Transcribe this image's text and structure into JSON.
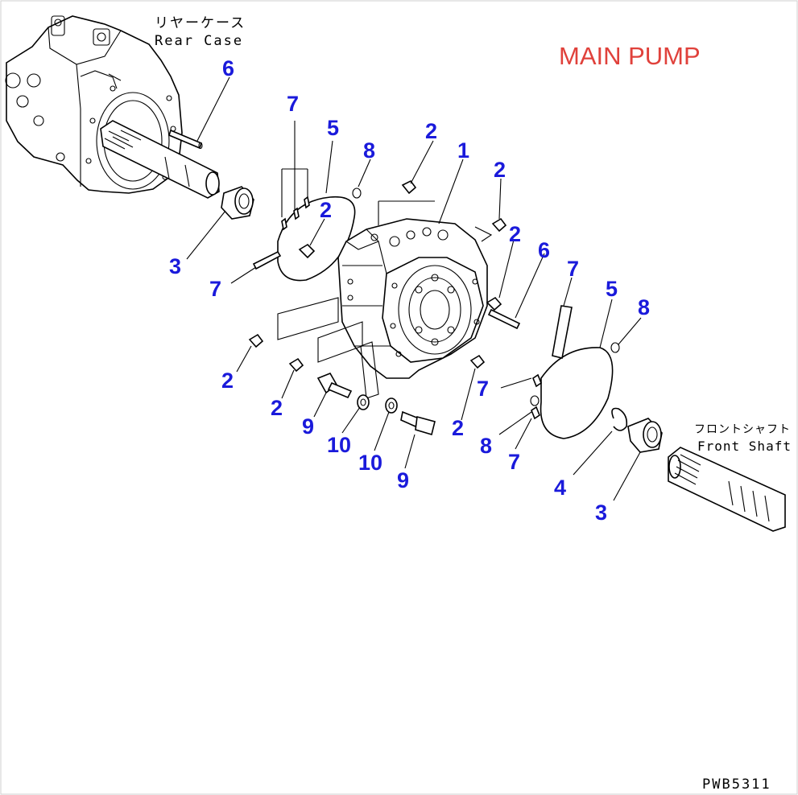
{
  "title": "MAIN PUMP",
  "drawing_code": "PWB5311",
  "component_labels": {
    "rear_case_jp": "リヤーケース",
    "rear_case_en": "Rear Case",
    "front_shaft_jp": "フロントシャフト",
    "front_shaft_en": "Front Shaft"
  },
  "callouts": [
    "6",
    "7",
    "5",
    "8",
    "2",
    "1",
    "2",
    "2",
    "2",
    "3",
    "7",
    "6",
    "7",
    "5",
    "8",
    "2",
    "2",
    "9",
    "10",
    "10",
    "9",
    "2",
    "7",
    "8",
    "7",
    "4",
    "3"
  ],
  "colors": {
    "callout": "#1a1adb",
    "title": "#e0413b",
    "line": "#000000"
  }
}
